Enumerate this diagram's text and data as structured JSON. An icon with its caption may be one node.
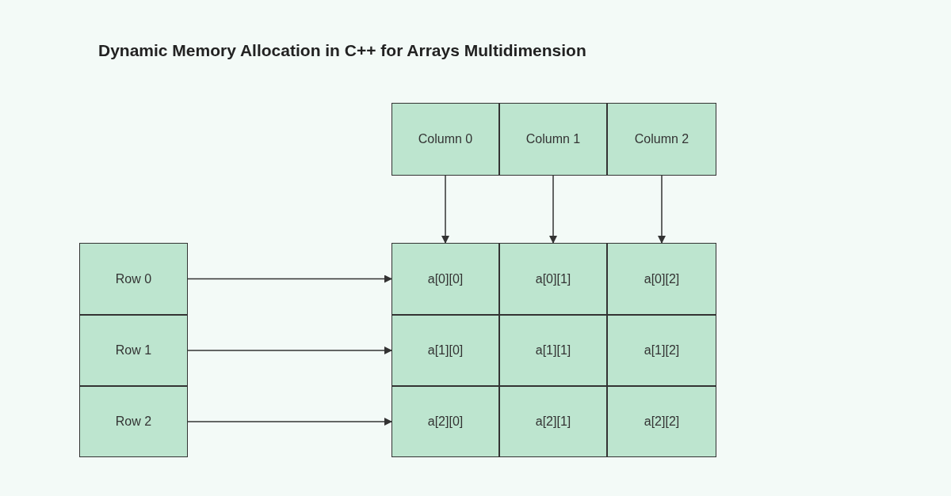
{
  "diagram": {
    "title": "Dynamic Memory Allocation in C++ for Arrays Multidimension",
    "nodes": [
      {
        "text": [
          "Column 0"
        ]
      },
      {
        "text": [
          "Column 1"
        ]
      },
      {
        "text": [
          "Column 2"
        ]
      },
      {
        "text": [
          "Row 0"
        ]
      },
      {
        "text": [
          "Row 1"
        ]
      },
      {
        "text": [
          "Row 2"
        ]
      },
      {
        "text": [
          "a[0][0]"
        ]
      },
      {
        "text": [
          "a[0][1]"
        ]
      },
      {
        "text": [
          "a[0][2]"
        ]
      },
      {
        "text": [
          "a[1][0]"
        ]
      },
      {
        "text": [
          "a[1][1]"
        ]
      },
      {
        "text": [
          "a[1][2]"
        ]
      },
      {
        "text": [
          "a[2][0]"
        ]
      },
      {
        "text": [
          "a[2][1]"
        ]
      },
      {
        "text": [
          "a[2][2]"
        ]
      }
    ],
    "edges": [
      {
        "from": 0,
        "to": 6,
        "arrow": "to"
      },
      {
        "from": 1,
        "to": 7,
        "arrow": "to"
      },
      {
        "from": 2,
        "to": 8,
        "arrow": "to"
      },
      {
        "from": 3,
        "to": 6,
        "arrow": "to"
      },
      {
        "from": 4,
        "to": 9,
        "arrow": "to"
      },
      {
        "from": 5,
        "to": 12,
        "arrow": "to"
      }
    ]
  }
}
